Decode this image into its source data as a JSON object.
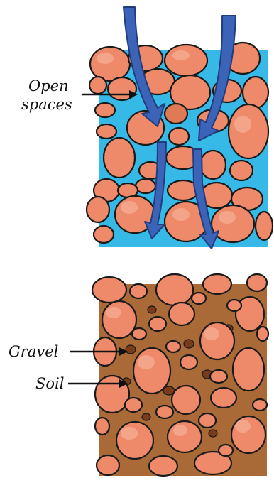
{
  "top_panel": {
    "label_open_spaces_line1": "Open",
    "label_open_spaces_line2": "spaces"
  },
  "bottom_panel": {
    "label_gravel": "Gravel",
    "label_soil": "Soil"
  },
  "colors": {
    "pebble": "#ee8a6a",
    "pebble_dark": "#d2683f",
    "water": "#36b9e6",
    "soil": "#a96a38",
    "soil_dark": "#7a3b18",
    "arrow": "#3b63b8",
    "outline": "#1a1a1a"
  },
  "icons": [
    "water-flow-arrow-icon",
    "gravel-pebble-icon",
    "soil-particle-icon"
  ]
}
